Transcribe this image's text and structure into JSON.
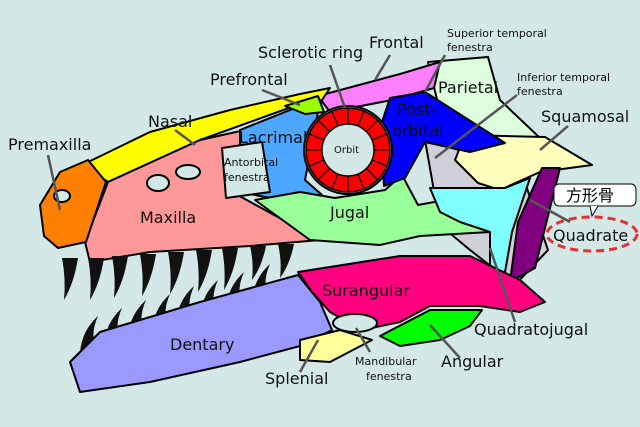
{
  "labels": {
    "premaxilla": "Premaxilla",
    "nasal": "Nasal",
    "prefrontal": "Prefrontal",
    "sclerotic_ring": "Sclerotic ring",
    "frontal": "Frontal",
    "superior_temporal_fenestra": [
      "Superior temporal",
      "fenestra"
    ],
    "parietal": "Parietal",
    "inferior_temporal_fenestra": [
      "Inferior temporal",
      "fenestra"
    ],
    "squamosal": "Squamosal",
    "lacrimal": "Lacrimal",
    "postorbital": [
      "Post-",
      "orbital"
    ],
    "orbit": "Orbit",
    "antorbital_fenestra": [
      "Antorbital",
      "fenestra"
    ],
    "maxilla": "Maxilla",
    "jugal": "Jugal",
    "quadrate_callout": "方形骨",
    "quadrate": "Quadrate",
    "quadratojugal": "Quadratojugal",
    "surangular": "Surangular",
    "angular": "Angular",
    "mandibular_fenestra": [
      "Mandibular",
      "fenestra"
    ],
    "splenial": "Splenial",
    "dentary": "Dentary"
  },
  "colors": {
    "background": "#d5e8e8",
    "premaxilla": "#ff8000",
    "nasal": "#ffff00",
    "maxilla": "#ff9999",
    "lacrimal": "#4da6ff",
    "prefrontal": "#99ff00",
    "frontal": "#ff80ff",
    "parietal": "#ddffdd",
    "postorbital": "#0000ff",
    "jugal": "#99ff99",
    "squamosal": "#ffffbb",
    "quadratojugal": "#80ffff",
    "quadrate": "#800080",
    "surangular": "#ff0080",
    "angular": "#00ff00",
    "splenial": "#ffff99",
    "dentary": "#9999ff",
    "sclerotic_ring": "#ff0000",
    "highlight": "#e83030"
  }
}
